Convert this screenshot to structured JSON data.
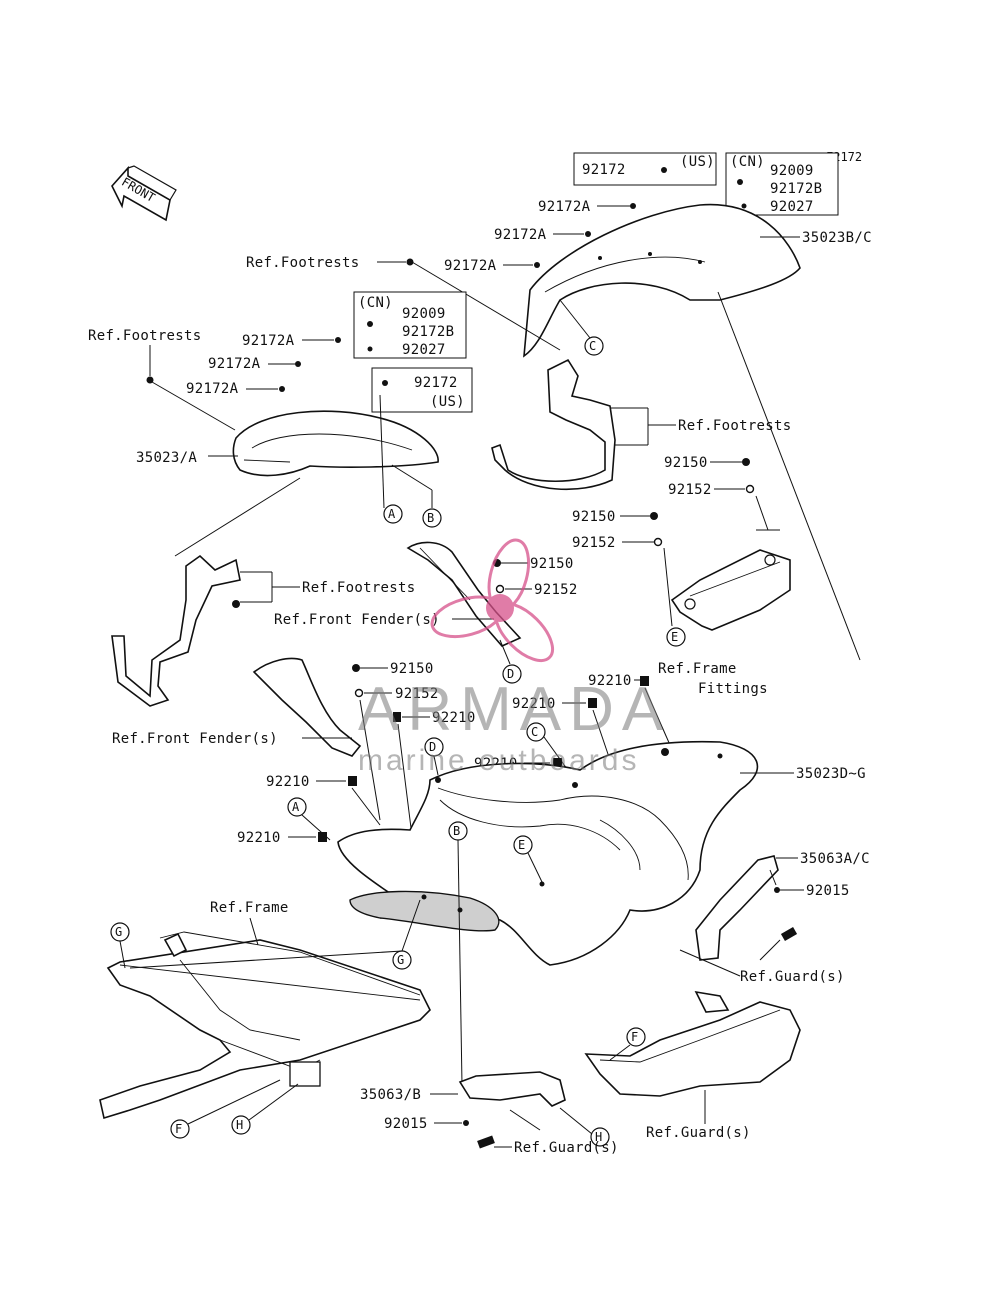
{
  "figure_code": "F2172",
  "front_arrow": {
    "text": "FRONT"
  },
  "watermark": {
    "brand": "ARMADA",
    "tagline": "marine outboards",
    "brand_color": "#d6518a"
  },
  "boxes": {
    "us_top": {
      "part": "92172",
      "region": "(US)"
    },
    "cn_top": {
      "region": "(CN)",
      "parts": [
        "92009",
        "92172B",
        "92027"
      ]
    },
    "cn_left": {
      "region": "(CN)",
      "parts": [
        "92009",
        "92172B",
        "92027"
      ]
    },
    "us_left": {
      "part": "92172",
      "region": "(US)"
    }
  },
  "labels": {
    "p92172A_1": "92172A",
    "p92172A_2": "92172A",
    "p92172A_3": "92172A",
    "p35023BC": "35023B/C",
    "ref_footrests_top": "Ref.Footrests",
    "ref_footrests_left": "Ref.Footrests",
    "p92172A_4": "92172A",
    "p92172A_5": "92172A",
    "p92172A_6": "92172A",
    "p35023A": "35023/A",
    "ref_footrests_right": "Ref.Footrests",
    "p92150_1": "92150",
    "p92152_1": "92152",
    "p92150_2": "92150",
    "p92152_2": "92152",
    "p92150_3": "92150",
    "p92152_3": "92152",
    "ref_footrests_mid": "Ref.Footrests",
    "ref_front_fender_mid": "Ref.Front Fender(s)",
    "ref_frame_fittings_1": "Ref.Frame",
    "ref_frame_fittings_2": "Fittings",
    "p92150_4": "92150",
    "p92152_4": "92152",
    "p92210_1": "92210",
    "p92210_2": "92210",
    "p92210_3": "92210",
    "p92210_4": "92210",
    "p92210_5": "92210",
    "p92210_6": "92210",
    "ref_front_fender_left": "Ref.Front Fender(s)",
    "p35023DG": "35023D~G",
    "p35063AC": "35063A/C",
    "p92015_1": "92015",
    "ref_frame": "Ref.Frame",
    "ref_guard_1": "Ref.Guard(s)",
    "ref_guard_2": "Ref.Guard(s)",
    "ref_guard_3": "Ref.Guard(s)",
    "p35063B": "35063/B",
    "p92015_2": "92015"
  },
  "callouts": {
    "A": "A",
    "B": "B",
    "C": "C",
    "D": "D",
    "E": "E",
    "F": "F",
    "G": "G",
    "H": "H"
  }
}
